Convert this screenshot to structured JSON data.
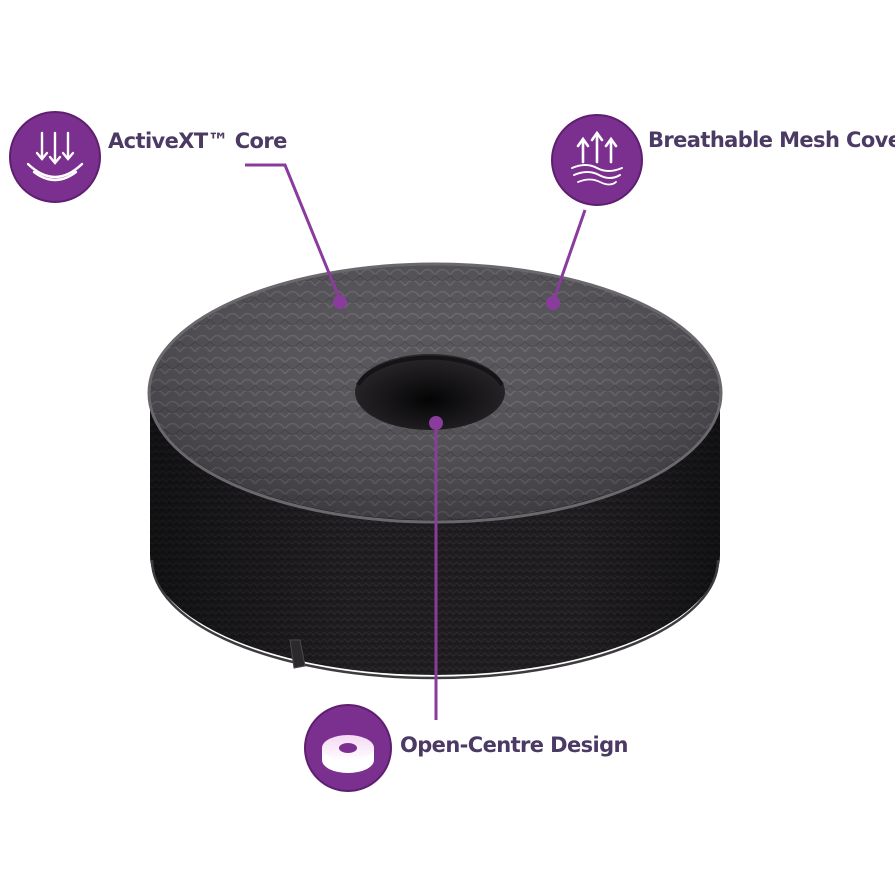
{
  "features": {
    "core": {
      "label": "ActiveXT™ Core",
      "icon": "foam-compression-arrows-icon"
    },
    "cover": {
      "label": "Breathable Mesh Cover",
      "icon": "airflow-up-arrows-icon"
    },
    "centre": {
      "label": "Open-Centre Design",
      "icon": "ring-cushion-icon"
    }
  },
  "colors": {
    "accent": "#7b2f8e",
    "accent_dark": "#5e1f70",
    "label_text": "#4b3a63",
    "cushion_top": "#4c4a4f",
    "cushion_side": "#1d1b1e",
    "background": "#ffffff"
  },
  "product": {
    "name_icon": "donut-seat-cushion"
  }
}
